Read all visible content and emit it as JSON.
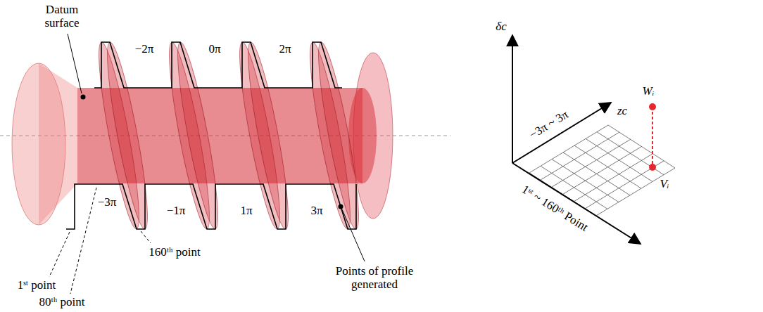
{
  "diagram": {
    "labels": [
      "Datum surface",
      "−2π",
      "0π",
      "2π",
      "−3π",
      "−1π",
      "1π",
      "3π",
      "1ˢᵗ point",
      "80ᵗʰ point",
      "160ᵗʰ point",
      "Points of profile generated",
      "δc",
      "zc",
      "Wᵢ",
      "Vᵢ",
      "−3π ~ 3π",
      "1ˢᵗ ~ 160ᵗʰ Point"
    ]
  }
}
